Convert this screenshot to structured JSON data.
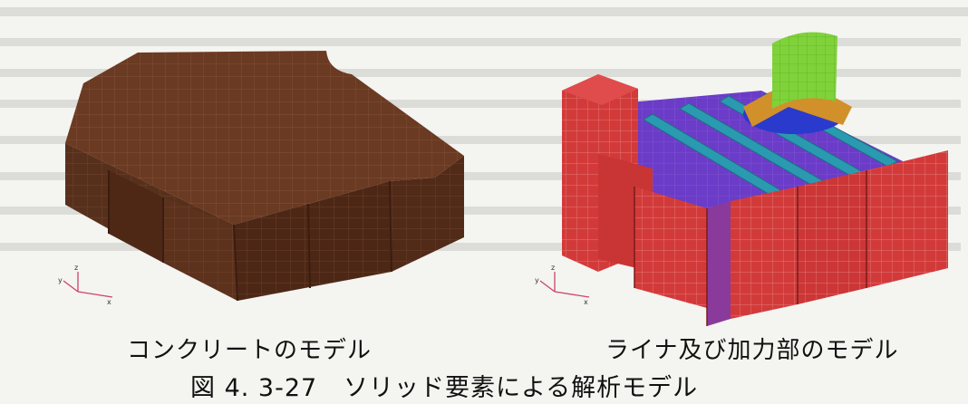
{
  "figures": [
    {
      "caption": "コンクリートのモデル",
      "colors": {
        "top": "#6b3a22",
        "front": "#5a2f1b",
        "side": "#4d2716",
        "mesh": "#9a6a52"
      }
    },
    {
      "caption": "ライナ及び加力部のモデル",
      "colors": {
        "block": "#d23a3a",
        "block_side": "#b42e30",
        "plate": "#6b3cc8",
        "plate_side": "#8a3a9a",
        "stiffener": "#2a9ab0",
        "dome": "#2a3acc",
        "cylinder": "#7fd23a",
        "flange": "#d2902a",
        "mesh": "#f0a0a0"
      }
    }
  ],
  "figure_title": {
    "number": "図 4. 3-27",
    "text": "ソリッド要素による解析モデル"
  },
  "axis_triad_icon": "xyz-axes-icon"
}
